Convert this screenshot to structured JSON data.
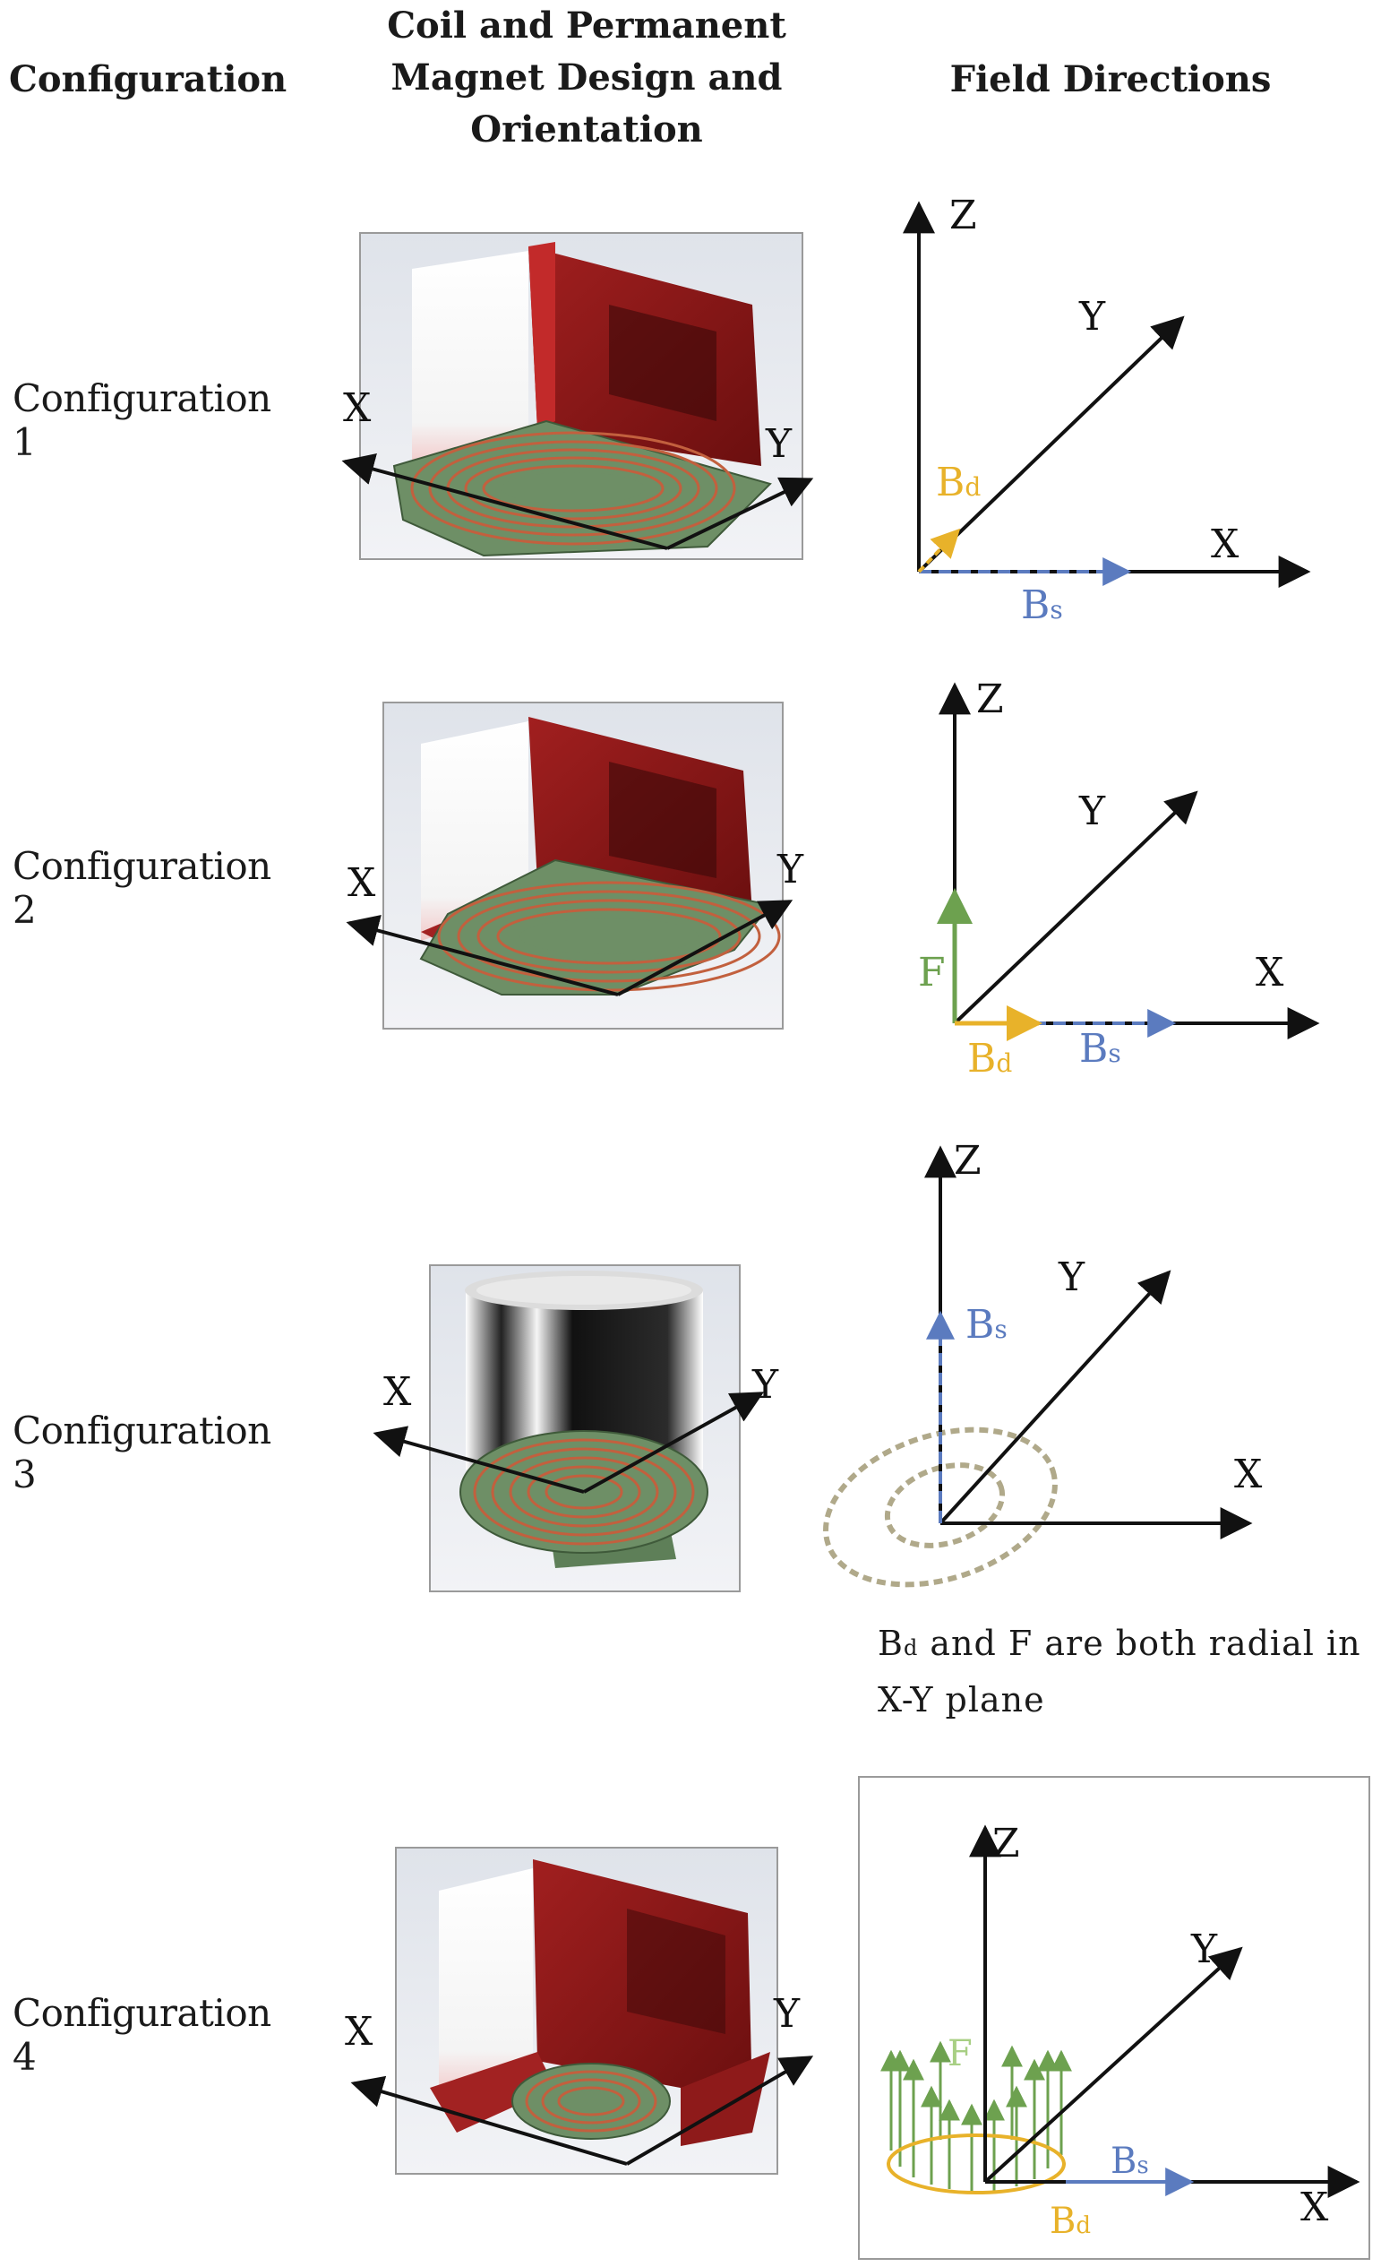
{
  "headers": {
    "configuration": "Configuration",
    "design": "Coil and Permanent Magnet Design and Orientation",
    "design_line1": "Coil and Permanent",
    "design_line2": "Magnet Design and",
    "design_line3": "Orientation",
    "field_directions": "Field Directions"
  },
  "rows": [
    {
      "label": "Configuration 1",
      "model_axes": {
        "x": "X",
        "y": "Y"
      },
      "field": {
        "z": "Z",
        "y": "Y",
        "x": "X",
        "bd": "B",
        "bd_sub": "d",
        "bs": "B",
        "bs_sub": "s"
      }
    },
    {
      "label": "Configuration 2",
      "model_axes": {
        "x": "X",
        "y": "Y"
      },
      "field": {
        "z": "Z",
        "y": "Y",
        "x": "X",
        "f": "F",
        "bd": "B",
        "bd_sub": "d",
        "bs": "B",
        "bs_sub": "s"
      }
    },
    {
      "label": "Configuration 3",
      "model_axes": {
        "x": "X",
        "y": "Y"
      },
      "field": {
        "z": "Z",
        "y": "Y",
        "x": "X",
        "bs": "B",
        "bs_sub": "s"
      },
      "note": "Bd and F are both radial in X-Y plane",
      "note_b": "B",
      "note_d": "d",
      "note_rest1": " and F are both radial in",
      "note_rest2": "X-Y plane"
    },
    {
      "label": "Configuration 4",
      "model_axes": {
        "x": "X",
        "y": "Y"
      },
      "field": {
        "z": "Z",
        "y": "Y",
        "x": "X",
        "f": "F",
        "bd": "B",
        "bd_sub": "d",
        "bs": "B",
        "bs_sub": "s"
      }
    }
  ],
  "colors": {
    "bd": "#e8b22a",
    "bs": "#5b7bbf",
    "f": "#6da14f",
    "ellipse": "#b0a98a",
    "magnet_red": "#8e1a1a",
    "pcb_green": "#6e8f66",
    "coil_copper": "#c2603e"
  }
}
